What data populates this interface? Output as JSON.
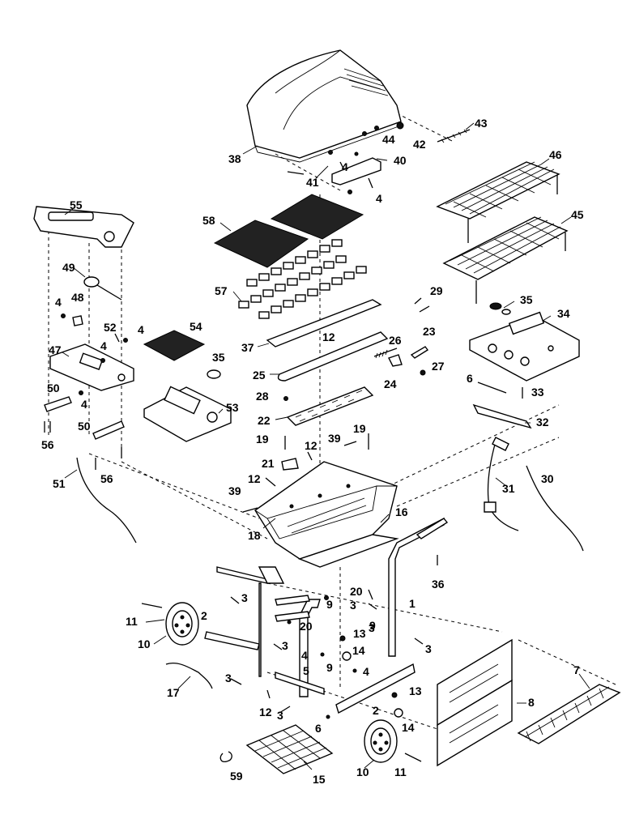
{
  "diagram": {
    "labels": [
      "1",
      "2",
      "2",
      "3",
      "3",
      "3",
      "3",
      "3",
      "3",
      "3",
      "4",
      "4",
      "4",
      "4",
      "4",
      "4",
      "4",
      "4",
      "5",
      "6",
      "6",
      "7",
      "8",
      "9",
      "9",
      "9",
      "10",
      "10",
      "11",
      "11",
      "12",
      "12",
      "12",
      "12",
      "13",
      "13",
      "14",
      "14",
      "15",
      "16",
      "17",
      "18",
      "19",
      "19",
      "20",
      "20",
      "21",
      "22",
      "23",
      "24",
      "25",
      "26",
      "27",
      "28",
      "29",
      "30",
      "31",
      "32",
      "33",
      "34",
      "35",
      "35",
      "36",
      "37",
      "38",
      "39",
      "39",
      "40",
      "41",
      "42",
      "43",
      "44",
      "45",
      "46",
      "47",
      "48",
      "49",
      "50",
      "50",
      "51",
      "52",
      "53",
      "54",
      "55",
      "56",
      "56",
      "57",
      "58",
      "59"
    ]
  }
}
